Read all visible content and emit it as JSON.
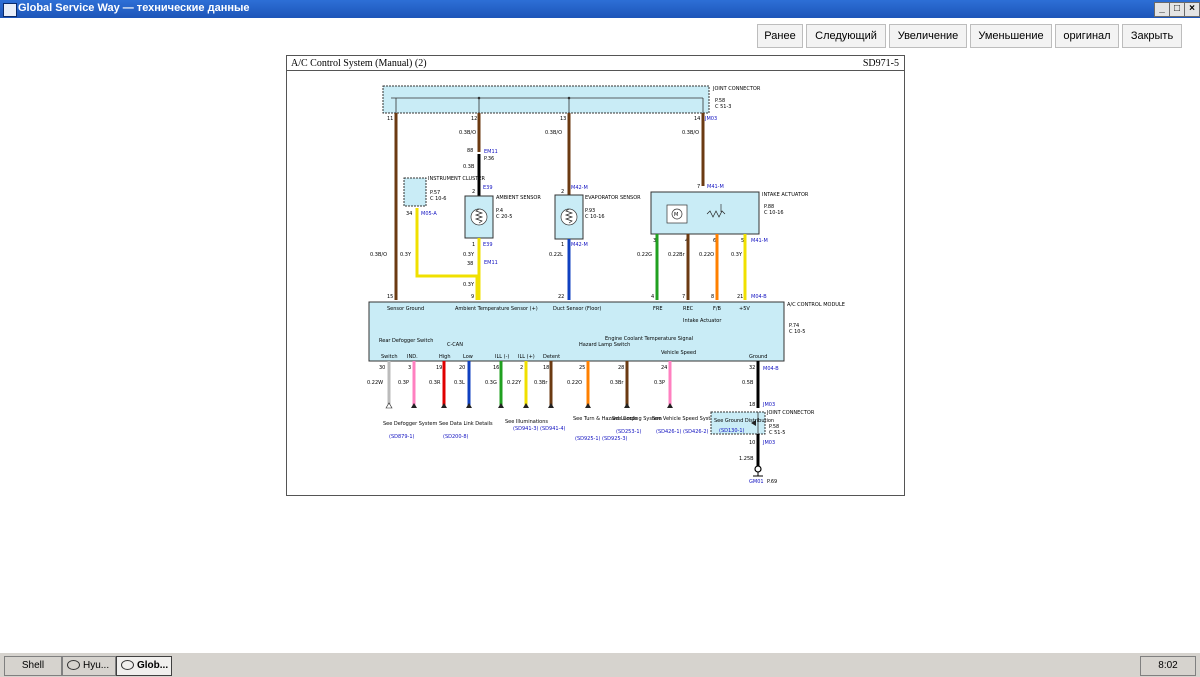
{
  "window": {
    "title": "Global Service Way — технические данные"
  },
  "toolbar": {
    "prev": "Ранее",
    "next": "Следующий",
    "zoom_in": "Увеличение",
    "zoom_out": "Уменьшение",
    "original": "оригинал",
    "close": "Закрыть"
  },
  "sheet": {
    "title": "A/C Control System (Manual) (2)",
    "code": "SD971-5"
  },
  "top_connector": {
    "name": "JOINT CONNECTOR",
    "ref1": "P.58",
    "ref2": "C 51-3",
    "id": "JM03"
  },
  "instrument_cluster": {
    "name": "INSTRUMENT CLUSTER",
    "ref1": "P.57",
    "ref2": "C 10-6",
    "pin": "34",
    "conn": "M05-A"
  },
  "ambient": {
    "name": "AMBIENT SENSOR",
    "ref1": "P.4",
    "ref2": "C 20-5",
    "id_top": "E39",
    "id_bot": "E39",
    "pin_top": "2",
    "pin_bot": "1",
    "conn_mid": "EM11",
    "conn_ref": "P.36",
    "pin_mid_top": "88",
    "pin_mid_bot": "38"
  },
  "evaporator": {
    "name": "EVAPORATOR SENSOR",
    "ref1": "P.93",
    "ref2": "C 10-16",
    "id_top": "M42-M",
    "id_bot": "M42-M",
    "pin_top": "2",
    "pin_bot": "1"
  },
  "actuator": {
    "name": "INTAKE ACTUATOR",
    "ref1": "P.88",
    "ref2": "C 10-16",
    "id": "M41-M",
    "pin_top": "7",
    "pins": [
      "3",
      "4",
      "6",
      "5"
    ],
    "conn_bot": "M41-M"
  },
  "top_pins": [
    "11",
    "12",
    "13",
    "14"
  ],
  "top_wires": [
    "0.3B/O",
    "0.3B/O",
    "0.3B/O",
    "0.3B/O"
  ],
  "wires_mid": {
    "black": "0.3B",
    "yellow_a": "0.3Y",
    "yellow_b": "0.3Y",
    "yellow_c": "0.3Y",
    "duct": "0.22L",
    "inst": "0.3Y",
    "ground_left": "0.3B/O"
  },
  "actuator_wires": [
    "0.22G",
    "0.22Br",
    "0.22O",
    "0.3Y"
  ],
  "module": {
    "name": "A/C CONTROL MODULE",
    "ref1": "P.74",
    "ref2": "C 10-5",
    "conn_top": "M04-B",
    "conn_bot": "M04-B",
    "top_pins": [
      "15",
      "9",
      "22",
      "4",
      "7",
      "8",
      "21"
    ],
    "top_labels": [
      "Sensor Ground",
      "Ambient Temperature Sensor (+)",
      "Duct Sensor (Floor)",
      "FRE",
      "REC",
      "F/B",
      "+5V",
      "Intake Actuator"
    ],
    "bottom_labels": [
      "Rear Defogger Switch",
      "Switch",
      "IND.",
      "C-CAN",
      "High",
      "Low",
      "ILL (-)",
      "ILL (+)",
      "Detent",
      "Hazard Lamp Switch",
      "Engine Coolant Temperature Signal",
      "Vehicle Speed",
      "Ground"
    ],
    "bottom_pins": [
      "30",
      "3",
      "19",
      "20",
      "16",
      "2",
      "18",
      "25",
      "28",
      "24",
      "32"
    ],
    "bottom_wires": [
      "0.22W",
      "0.3P",
      "0.3R",
      "0.3L",
      "0.3G",
      "0.22Y",
      "0.3Br",
      "0.22O",
      "0.3Br",
      "0.3P",
      "0.5B"
    ]
  },
  "refs": [
    {
      "text": "See Defogger System",
      "code": "(SD879-1)"
    },
    {
      "text": "See Data Link Details",
      "code": "(SD200-8)"
    },
    {
      "text": "See Illuminations",
      "code": "(SD941-3) (SD941-4)"
    },
    {
      "text": "See Turn & Hazard Lamps",
      "code": "(SD925-1) (SD925-3)"
    },
    {
      "text": "See Cooling System",
      "code": "(SD253-1)"
    },
    {
      "text": "See Vehicle Speed System",
      "code": "(SD426-1) (SD426-2)"
    }
  ],
  "ground_joint": {
    "name": "JOINT CONNECTOR",
    "ref1": "P.58",
    "ref2": "C 51-5",
    "id": "JM03",
    "pin_top": "18",
    "pin_bot": "10",
    "dist": "See Ground Distribution",
    "dist_code": "(SD130-1)",
    "wire": "1.25B",
    "ground": "GM01",
    "ground_ref": "P.69"
  },
  "taskbar": {
    "shell": "Shell",
    "hyu": "Hyu...",
    "glob": "Glob...",
    "clock": "8:02"
  },
  "colors": {
    "titlebar": "#1d55b8",
    "connector_fill": "#c9ecf6",
    "wire_yellow": "#f0e000",
    "wire_brown": "#6b3a12"
  }
}
